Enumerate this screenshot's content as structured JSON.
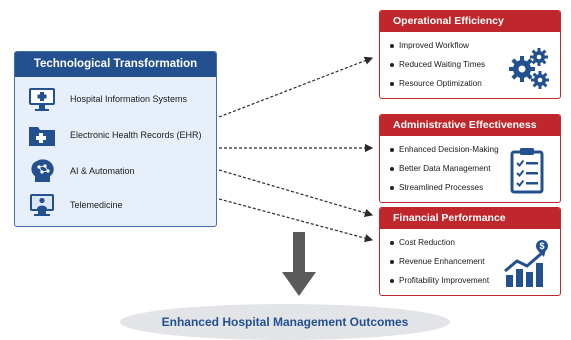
{
  "left_panel": {
    "title": "Technological Transformation",
    "items": [
      {
        "label": "Hospital Information Systems",
        "icon": "monitor-medical-icon"
      },
      {
        "label": "Electronic Health Records (EHR)",
        "icon": "folder-medical-icon"
      },
      {
        "label": "AI & Automation",
        "icon": "ai-brain-icon"
      },
      {
        "label": "Telemedicine",
        "icon": "telemedicine-icon"
      }
    ]
  },
  "outcomes": [
    {
      "title": "Operational Efficiency",
      "bullets": [
        "Improved Workflow",
        "Reduced Waiting Times",
        "Resource Optimization"
      ],
      "icon": "gears-icon"
    },
    {
      "title": "Administrative Effectiveness",
      "bullets": [
        "Enhanced Decision-Making",
        "Better Data Management",
        "Streamlined Processes"
      ],
      "icon": "clipboard-checklist-icon"
    },
    {
      "title": "Financial Performance",
      "bullets": [
        "Cost Reduction",
        "Revenue Enhancement",
        "Profitability Improvement"
      ],
      "icon": "growth-chart-dollar-icon"
    }
  ],
  "footer": {
    "title": "Enhanced Hospital Management Outcomes"
  },
  "colors": {
    "blue": "#23508f",
    "red": "#c0272d",
    "panel_bg": "#e7f0fa"
  }
}
